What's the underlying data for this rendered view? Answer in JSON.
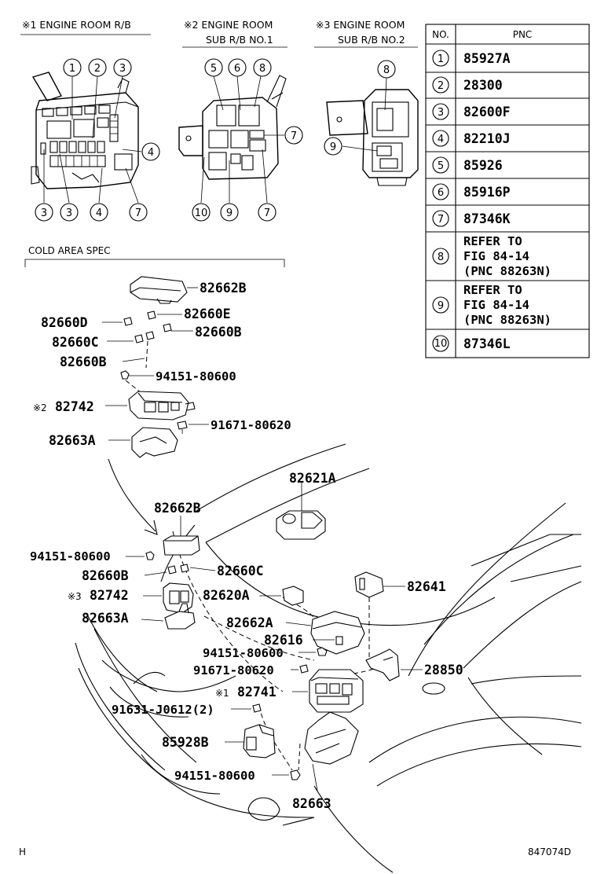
{
  "sections": {
    "s1": "※1 ENGINE ROOM R/B",
    "s2_line1": "※2 ENGINE ROOM",
    "s2_line2": "SUB R/B NO.1",
    "s3_line1": "※3 ENGINE ROOM",
    "s3_line2": "SUB R/B NO.2",
    "cold": "COLD AREA SPEC"
  },
  "table": {
    "headers": [
      "NO.",
      "PNC"
    ],
    "rows": [
      {
        "no": "1",
        "pnc": [
          "85927A"
        ]
      },
      {
        "no": "2",
        "pnc": [
          "28300"
        ]
      },
      {
        "no": "3",
        "pnc": [
          "82600F"
        ]
      },
      {
        "no": "4",
        "pnc": [
          "82210J"
        ]
      },
      {
        "no": "5",
        "pnc": [
          "85926"
        ]
      },
      {
        "no": "6",
        "pnc": [
          "85916P"
        ]
      },
      {
        "no": "7",
        "pnc": [
          "87346K"
        ]
      },
      {
        "no": "8",
        "pnc": [
          "REFER TO",
          "FIG 84-14",
          "(PNC 88263N)"
        ]
      },
      {
        "no": "9",
        "pnc": [
          "REFER TO",
          "FIG 84-14",
          "(PNC 88263N)"
        ]
      },
      {
        "no": "10",
        "pnc": [
          "87346L"
        ]
      }
    ]
  },
  "callouts": {
    "rb1_top": [
      "1",
      "2",
      "3"
    ],
    "rb1_side": "4",
    "rb1_bottom": [
      "3",
      "3",
      "4",
      "7"
    ],
    "rb2_top": [
      "5",
      "6",
      "8"
    ],
    "rb2_side": "7",
    "rb2_bottom": [
      "10",
      "9",
      "7"
    ],
    "rb3_top": "8",
    "rb3_side": "9"
  },
  "cold_parts": {
    "p_82662B": "82662B",
    "p_82660E": "82660E",
    "p_82660D": "82660D",
    "p_82660B_r": "82660B",
    "p_82660C": "82660C",
    "p_82660B": "82660B",
    "p_94151": "94151-80600",
    "p_82742_mark": "※2",
    "p_82742": "82742",
    "p_91671": "91671-80620",
    "p_82663A": "82663A"
  },
  "main_parts": {
    "p_82621A": "82621A",
    "p_82662B": "82662B",
    "p_94151_a": "94151-80600",
    "p_82660B": "82660B",
    "p_82660C": "82660C",
    "p_82742_mark": "※3",
    "p_82742": "82742",
    "p_82620A": "82620A",
    "p_82641": "82641",
    "p_82663A": "82663A",
    "p_82662A": "82662A",
    "p_82616": "82616",
    "p_94151_b": "94151-80600",
    "p_91671": "91671-80620",
    "p_28850": "28850",
    "p_82741_mark": "※1",
    "p_82741": "82741",
    "p_91631": "91631-J0612(2)",
    "p_85928B": "85928B",
    "p_94151_c": "94151-80600",
    "p_82663": "82663"
  },
  "footer": {
    "left": "H",
    "right": "847074D"
  }
}
